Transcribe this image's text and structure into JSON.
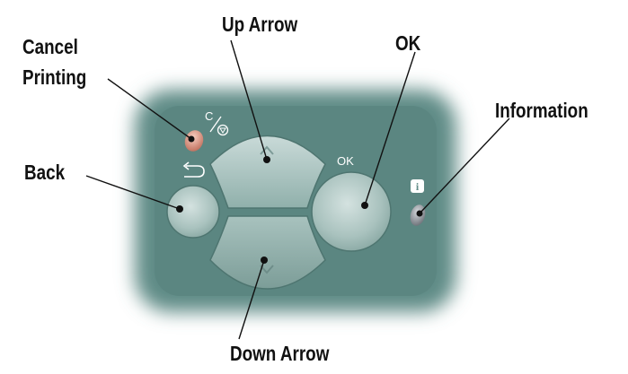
{
  "callouts": {
    "up_arrow": "Up Arrow",
    "ok": "OK",
    "cancel_printing_line1": "Cancel",
    "cancel_printing_line2": "Printing",
    "information": "Information",
    "back": "Back",
    "down_arrow": "Down Arrow"
  },
  "panel": {
    "ok_label": "OK",
    "cancel_label": "C",
    "info_label": "i"
  },
  "icons": [
    "back-arrow-icon",
    "cancel-stop-icon",
    "info-icon",
    "up-chevron-icon",
    "down-chevron-icon"
  ],
  "colors": {
    "panel_teal": "#5f8b86",
    "button_face": "#b6cbc8",
    "cancel_led": "#d98a78",
    "info_led": "#8a8f96",
    "callout_text": "#111111"
  }
}
